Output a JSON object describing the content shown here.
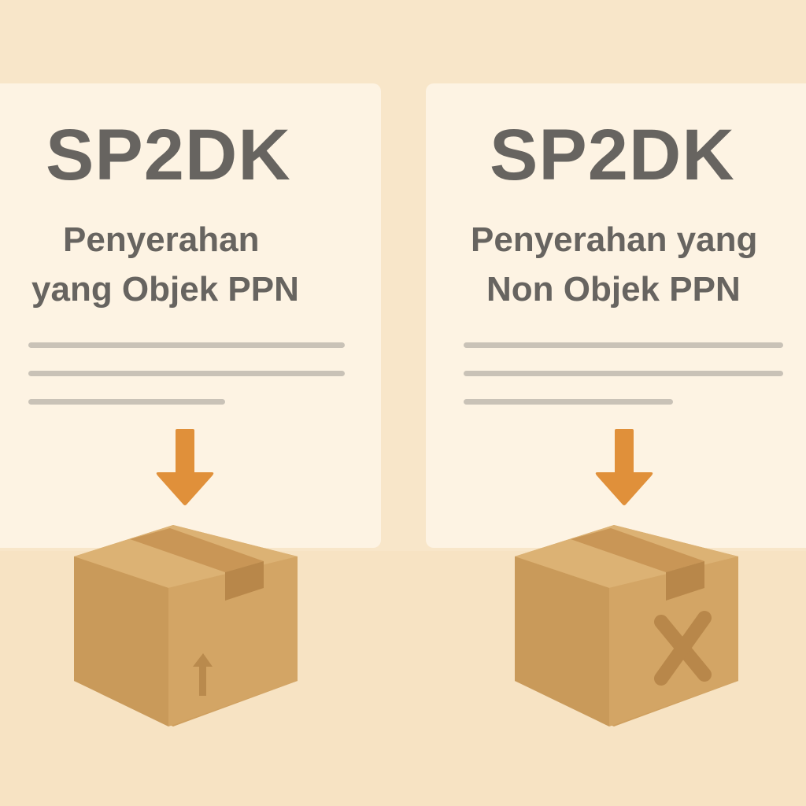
{
  "panels": [
    {
      "title": "SP2DK",
      "subtitle_line1": "Penyerahan",
      "subtitle_line2": "yang Objek PPN",
      "box_marking": "up-arrow-icon"
    },
    {
      "title": "SP2DK",
      "subtitle_line1": "Penyerahan yang",
      "subtitle_line2": "Non Objek PPN",
      "box_marking": "x-mark-icon"
    }
  ],
  "colors": {
    "background": "#f7e3c3",
    "card": "#fdf3e3",
    "text": "#676460",
    "arrow": "#e0903a",
    "box": "#d2a565",
    "lines": "#c9c2b7"
  }
}
